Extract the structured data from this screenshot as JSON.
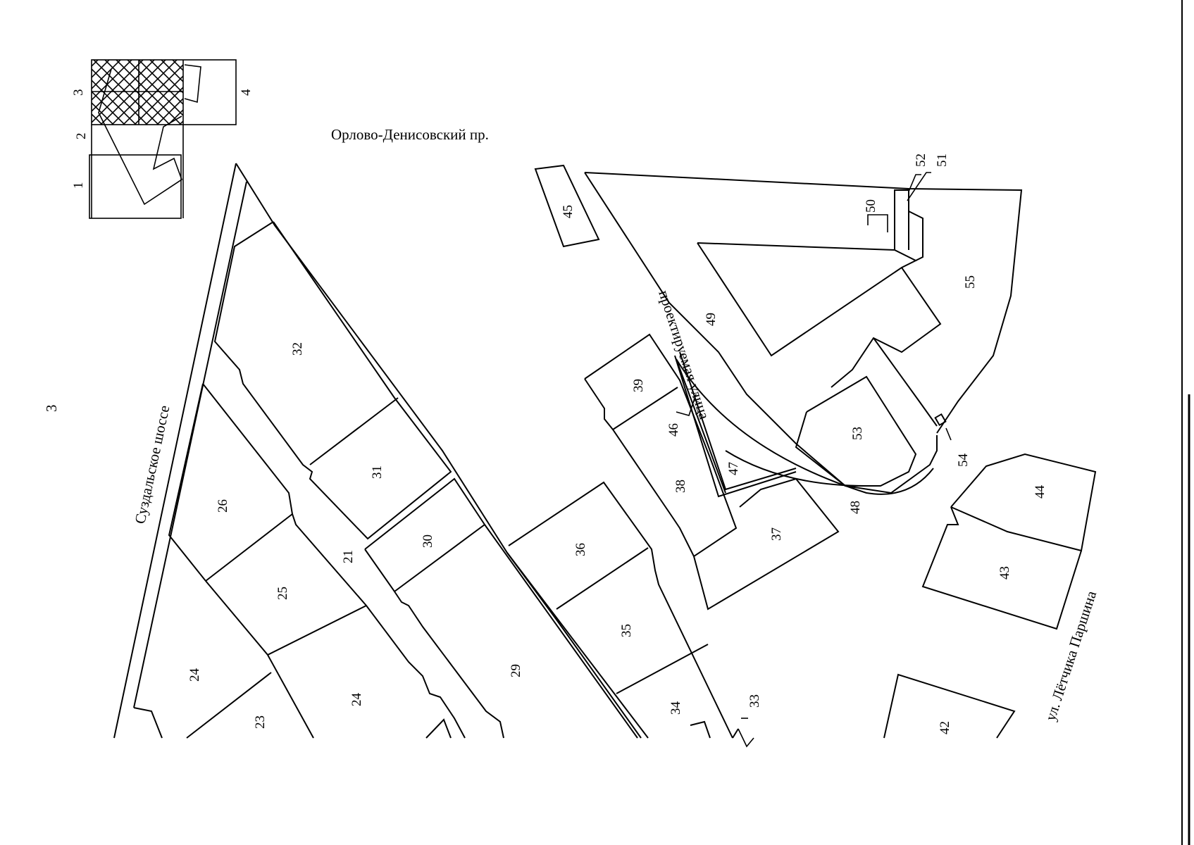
{
  "sheet_number": "3",
  "index_map": {
    "labels": [
      "1",
      "2",
      "3",
      "4"
    ]
  },
  "streets": {
    "orlovo": "Орлово-Денисовский пр.",
    "suzdal": "Суздальское шоссе",
    "proekt": "проектируемая улица",
    "letchika": "ул. Лётчика Паршина"
  },
  "parcels": {
    "p21": "21",
    "p23": "23",
    "p24a": "24",
    "p24b": "24",
    "p25": "25",
    "p26": "26",
    "p29": "29",
    "p30": "30",
    "p31": "31",
    "p32": "32",
    "p33": "33",
    "p34": "34",
    "p35": "35",
    "p36": "36",
    "p37": "37",
    "p38": "38",
    "p39": "39",
    "p42": "42",
    "p43": "43",
    "p44": "44",
    "p45": "45",
    "p46": "46",
    "p47": "47",
    "p48": "48",
    "p49": "49",
    "p50": "50",
    "p51": "51",
    "p52": "52",
    "p53": "53",
    "p54": "54",
    "p55": "55"
  }
}
